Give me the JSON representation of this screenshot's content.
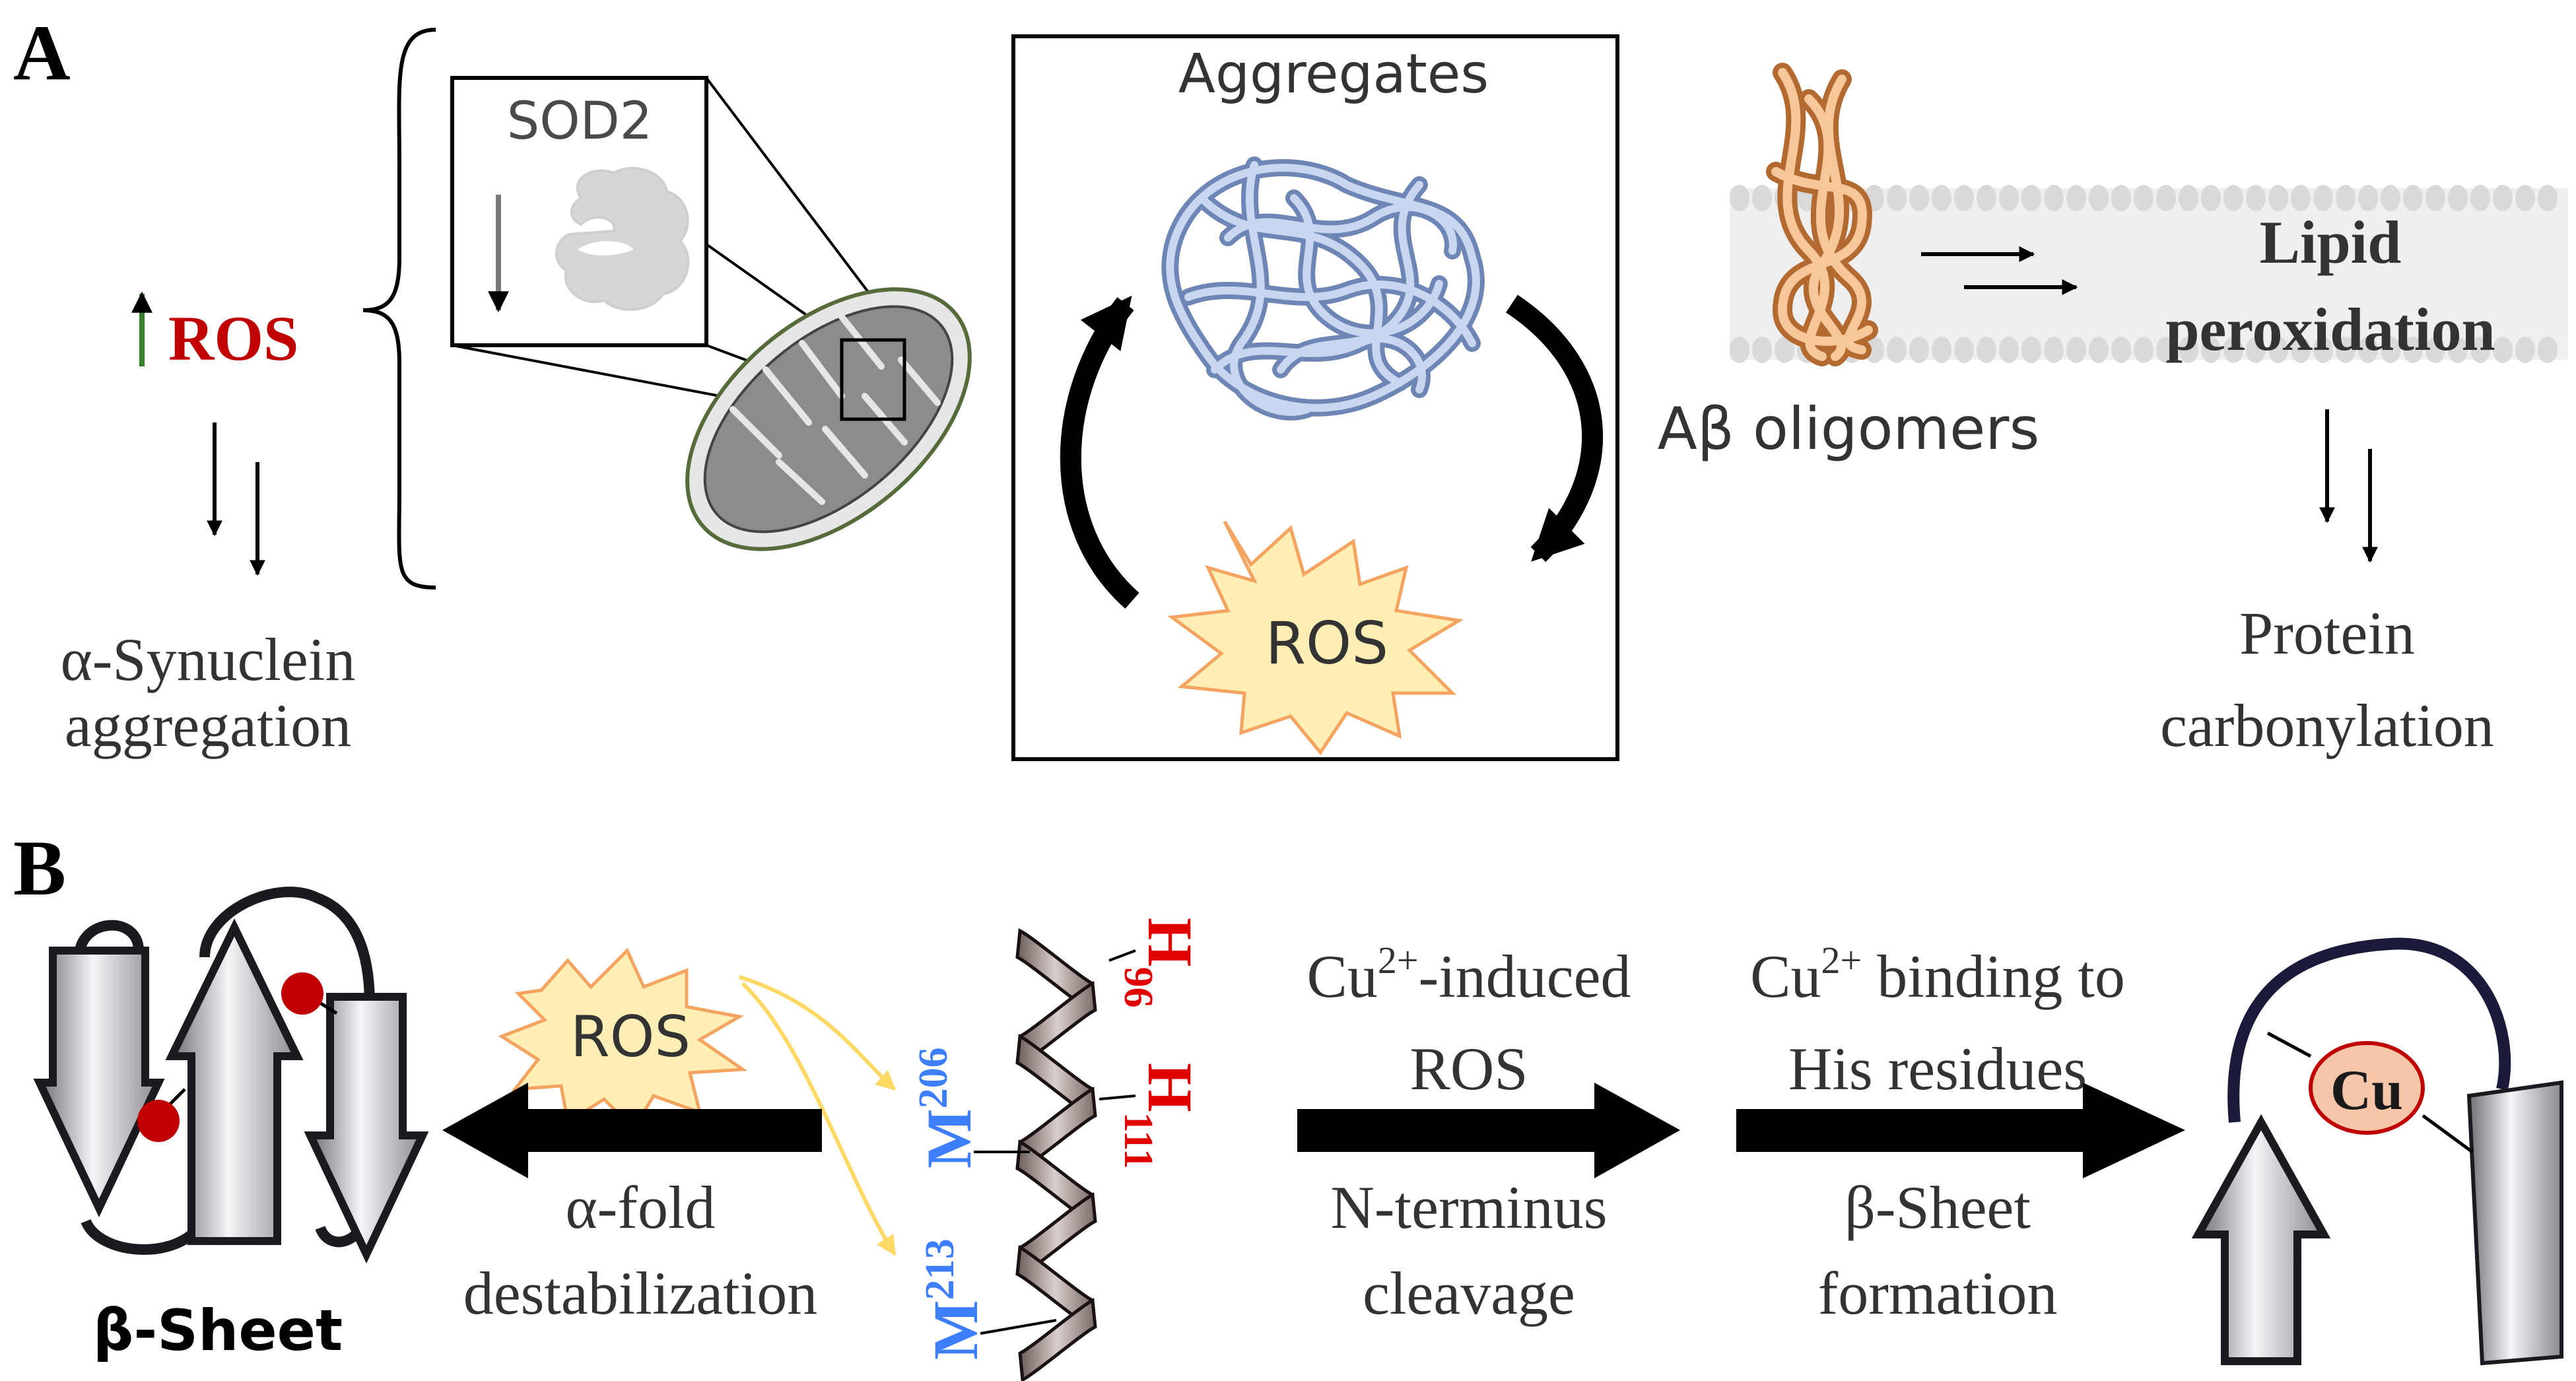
{
  "panel_a": {
    "label": "A",
    "ros_label": "ROS",
    "asyn_line1": "α-Synuclein",
    "asyn_line2": "aggregation",
    "sod2_label": "SOD2",
    "aggregates_label": "Aggregates",
    "cycle_ros_label": "ROS",
    "abeta_label": "Aβ oligomers",
    "lipid_line1": "Lipid",
    "lipid_line2": "peroxidation",
    "protein_line1": "Protein",
    "protein_line2": "carbonylation"
  },
  "panel_b": {
    "label": "B",
    "beta_sheet_label": "β-Sheet",
    "ros_label": "ROS",
    "fold_line1": "α-fold",
    "fold_line2": "destabilization",
    "residues": {
      "m206": {
        "letter": "M",
        "number": "206"
      },
      "m213": {
        "letter": "M",
        "number": "213"
      },
      "h96": {
        "letter": "H",
        "number": "96"
      },
      "h111": {
        "letter": "H",
        "number": "111"
      }
    },
    "cu_ros": {
      "base": "Cu",
      "sup": "2+",
      "rest": "-induced",
      "line2": "ROS"
    },
    "cleavage_line1": "N-terminus",
    "cleavage_line2": "cleavage",
    "cu_binding": {
      "base": "Cu",
      "sup": "2+",
      "rest": " binding to",
      "line2": "His residues"
    },
    "sheet_form_line1": "β-Sheet",
    "sheet_form_line2": "formation",
    "cu_label": "Cu"
  },
  "colors": {
    "ros_red": "#c00000",
    "up_arrow_green": "#7fd66a",
    "down_arrow_orange": "#f2a77c",
    "aggregate_blue": "#aebfe0",
    "burst_fill": "#ffefb5",
    "burst_stroke": "#f4a460",
    "residue_blue": "#3d7eff",
    "residue_red": "#e00000",
    "cu_fill": "#f6c6a8",
    "mito_fill": "#8c8c8c",
    "mito_outline": "#556b3a"
  }
}
